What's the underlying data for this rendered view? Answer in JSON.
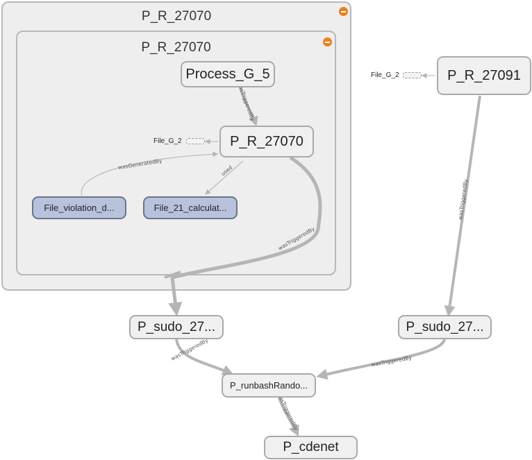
{
  "groups": {
    "outer": {
      "title": "P_R_27070"
    },
    "inner": {
      "title": "P_R_27070"
    }
  },
  "nodes": {
    "process_g5": "Process_G_5",
    "p_r_27070": "P_R_27070",
    "file_violation": "File_violation_d...",
    "file_21": "File_21_calculat...",
    "p_r_27091": "P_R_27091",
    "p_sudo_left": "P_sudo_27...",
    "p_sudo_right": "P_sudo_27...",
    "p_runbash": "P_runbashRando...",
    "p_cdenet": "P_cdenet"
  },
  "file_refs": {
    "inner": "File_G_2",
    "right": "File_G_2"
  },
  "edges": {
    "process_to_p27070": "wasTriggeredBy",
    "file_violation_to_p27070": "wasGeneratedBy",
    "p27070_to_file21": "used",
    "p27070_to_sudo_left": "wasTriggeredBy",
    "p27091_to_sudo_right": "wasTriggeredBy",
    "sudo_left_to_runbash": "wasTriggeredBy",
    "sudo_right_to_runbash": "wasTriggeredBy",
    "runbash_to_cdenet": "wasTriggeredBy"
  },
  "colors": {
    "group_bg": "#eeeeee",
    "process_bg": "#f0f0f0",
    "artifact_bg": "#b8c2dc",
    "edge": "#b5b5b5",
    "collapse_button": "#e8821d"
  }
}
